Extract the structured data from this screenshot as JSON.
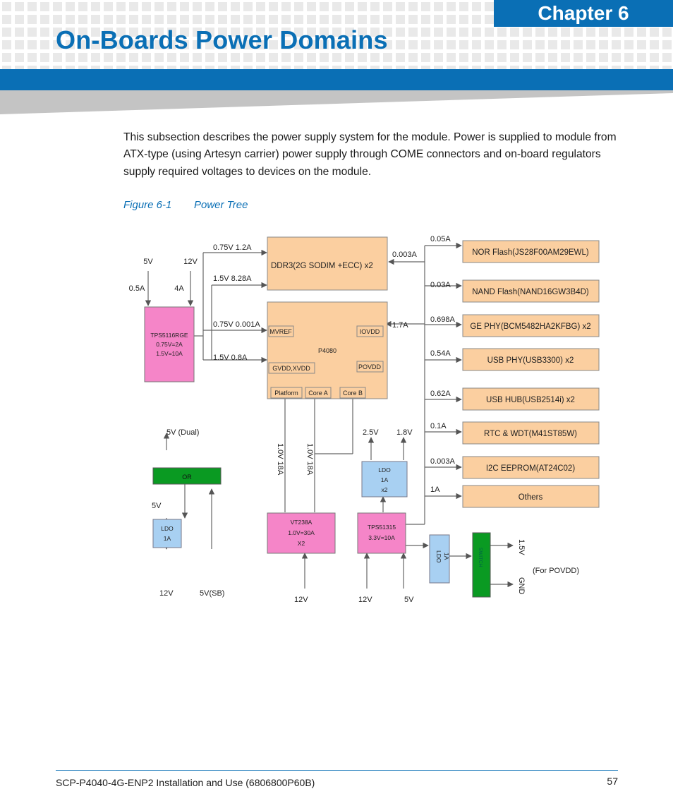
{
  "header": {
    "chapter": "Chapter 6",
    "title": "On-Boards Power Domains"
  },
  "body": {
    "intro": "This subsection describes the power supply system for the module. Power is supplied to module from ATX-type (using Artesyn carrier) power supply through COME connectors and on-board regulators supply required voltages to devices on the module."
  },
  "figure": {
    "number": "Figure 6-1",
    "title": "Power Tree",
    "inputs": {
      "v5": "5V",
      "v12": "12V",
      "a05": "0.5A",
      "a4": "4A"
    },
    "tps51116": [
      "TPS5116RGE",
      "0.75V=2A",
      "1.5V=10A"
    ],
    "links_left": [
      "0.75V 1.2A",
      "1.5V 8.28A",
      "0.75V 0.001A",
      "1.5V 0.8A"
    ],
    "ddr3": "DDR3(2G SODIM +ECC) x2",
    "p4080": {
      "name": "P4080",
      "mvref": "MVREF",
      "iovdd": "IOVDD",
      "gvdd": "GVDD,XVDD",
      "povdd": "POVDD",
      "platform": "Platform",
      "core_a": "Core A",
      "core_b": "Core B"
    },
    "mid_currents": [
      "0.003A",
      "1.7A"
    ],
    "rail_10v": "1.0V 18A",
    "vt238a": [
      "VT238A",
      "1.0V=30A",
      "X2"
    ],
    "tps51315": [
      "TPS51315",
      "3.3V=10A"
    ],
    "ldo_mid": [
      "LDO",
      "1A",
      "x2"
    ],
    "ldo_mid_out": [
      "2.5V",
      "1.8V"
    ],
    "left_tree": {
      "dual": "5V (Dual)",
      "or": "OR",
      "v5": "5V",
      "ldo": [
        "LDO",
        "1A"
      ],
      "v12": "12V",
      "v5sb": "5V(SB)"
    },
    "bottom_inputs": [
      "12V",
      "12V",
      "5V"
    ],
    "ldo_rot": [
      "LDO",
      "1A"
    ],
    "switch": "SWITCH",
    "out_15v": "1.5V",
    "out_gnd": "GND",
    "for_povdd": "(For POVDD)",
    "devices": [
      {
        "current": "0.05A",
        "name": "NOR Flash(JS28F00AM29EWL)"
      },
      {
        "current": "0.03A",
        "name": "NAND Flash(NAND16GW3B4D)"
      },
      {
        "current": "0.698A",
        "name": "GE PHY(BCM5482HA2KFBG) x2"
      },
      {
        "current": "0.54A",
        "name": "USB PHY(USB3300) x2"
      },
      {
        "current": "0.62A",
        "name": "USB HUB(USB2514i) x2"
      },
      {
        "current": "0.1A",
        "name": "RTC & WDT(M41ST85W)"
      },
      {
        "current": "0.003A",
        "name": "I2C EEPROM(AT24C02)"
      },
      {
        "current": "1A",
        "name": "Others"
      }
    ],
    "colors": {
      "orange": "#fbcfa0",
      "pink": "#f585c8",
      "blue": "#a8d0f2",
      "green": "#0a9a22"
    }
  },
  "footer": {
    "doc": "SCP-P4040-4G-ENP2 Installation and Use (6806800P60B)",
    "page": "57"
  }
}
